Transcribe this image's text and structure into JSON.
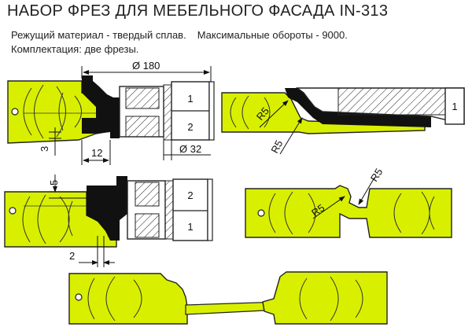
{
  "title": "НАБОР ФРЕЗ ДЛЯ МЕБЕЛЬНОГО ФАСАДА IN-313",
  "specs": {
    "material": "Режущий материал - твердый сплав.",
    "max_speed": "Максимальные обороты - 9000.",
    "kit": "Комплектация: две фрезы."
  },
  "colors": {
    "wood": "#d8f000",
    "cutter": "#111111",
    "line": "#222222"
  },
  "drawings": {
    "d1": {
      "diameter": "Ø 180",
      "bore": "Ø 32",
      "width": "12",
      "depth": "3",
      "cutter1": "1",
      "cutter2": "2"
    },
    "d2": {
      "r1": "R5",
      "r2": "R5",
      "cutter1": "1"
    },
    "d3": {
      "offset": "5",
      "step": "2",
      "cutter1": "1",
      "cutter2": "2"
    },
    "d4": {
      "r1": "R5",
      "r2": "R5"
    }
  }
}
